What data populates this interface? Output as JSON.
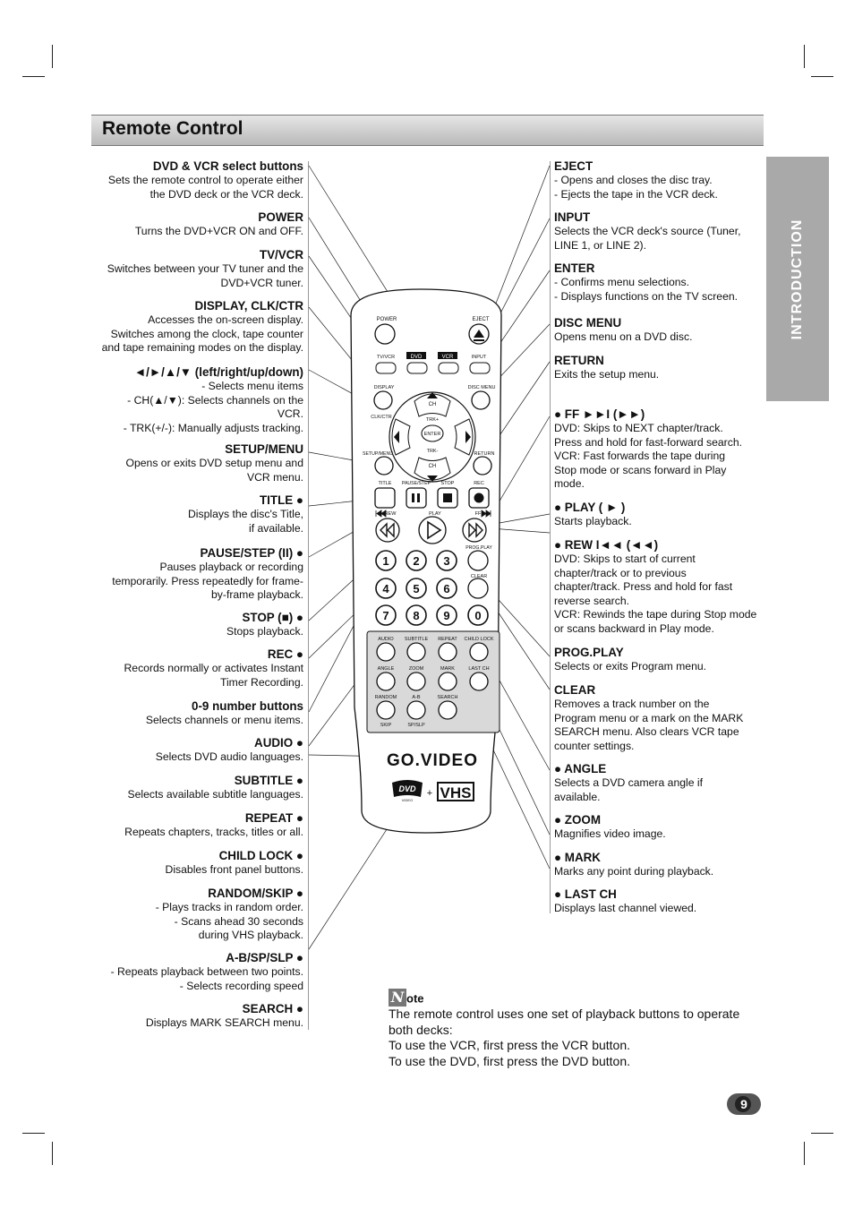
{
  "page_title": "Remote Control",
  "side_tab": "INTRODUCTION",
  "page_number": "9",
  "left_entries": [
    {
      "head": "DVD & VCR select buttons",
      "lines": [
        "Sets the remote control to operate either",
        "the DVD deck or the VCR deck."
      ]
    },
    {
      "head": "POWER",
      "lines": [
        "Turns the DVD+VCR ON and OFF."
      ]
    },
    {
      "head": "TV/VCR",
      "lines": [
        "Switches between your TV tuner and the",
        "DVD+VCR tuner."
      ]
    },
    {
      "head": "DISPLAY, CLK/CTR",
      "lines": [
        "Accesses the on-screen display.",
        "Switches among the clock, tape counter",
        "and tape remaining modes on the display."
      ]
    },
    {
      "head": "◄/►/▲/▼ (left/right/up/down)",
      "lines": [
        "- Selects menu items",
        "- CH(▲/▼): Selects channels on the",
        "VCR.",
        "- TRK(+/-): Manually adjusts tracking."
      ]
    },
    {
      "head": "SETUP/MENU",
      "lines": [
        "Opens or exits DVD setup menu and",
        "VCR menu."
      ]
    },
    {
      "head": "TITLE ●",
      "lines": [
        "Displays the disc's Title,",
        "if available."
      ]
    },
    {
      "head": "PAUSE/STEP (II) ●",
      "lines": [
        "Pauses playback or recording",
        "temporarily. Press repeatedly for frame-",
        "by-frame playback."
      ]
    },
    {
      "head": "STOP (■) ●",
      "lines": [
        "Stops playback."
      ]
    },
    {
      "head": "REC ●",
      "lines": [
        "Records normally or activates Instant",
        "Timer Recording."
      ]
    },
    {
      "head": "0-9 number buttons",
      "lines": [
        "Selects channels or menu items."
      ]
    },
    {
      "head": "AUDIO ●",
      "lines": [
        "Selects DVD audio languages."
      ]
    },
    {
      "head": "SUBTITLE ●",
      "lines": [
        "Selects available subtitle languages."
      ]
    },
    {
      "head": "REPEAT ●",
      "lines": [
        "Repeats chapters, tracks, titles or all."
      ]
    },
    {
      "head": "CHILD LOCK ●",
      "lines": [
        "Disables front panel buttons."
      ]
    },
    {
      "head": "RANDOM/SKIP ●",
      "lines": [
        "- Plays tracks in random order.",
        "- Scans ahead 30 seconds",
        "during VHS playback."
      ]
    },
    {
      "head": "A-B/SP/SLP ●",
      "lines": [
        "- Repeats playback between two points.",
        "- Selects recording speed"
      ]
    },
    {
      "head": "SEARCH ●",
      "lines": [
        "Displays MARK SEARCH menu."
      ]
    }
  ],
  "right_entries": [
    {
      "head": "EJECT",
      "lines": [
        "- Opens and closes the disc tray.",
        "- Ejects the tape in the VCR deck."
      ]
    },
    {
      "head": "INPUT",
      "lines": [
        "Selects the VCR deck's source (Tuner,",
        "LINE 1, or LINE 2)."
      ]
    },
    {
      "head": "ENTER",
      "lines": [
        "- Confirms menu selections.",
        "- Displays functions on the TV screen."
      ]
    },
    {
      "head": "DISC MENU",
      "lines": [
        "Opens menu on a DVD disc."
      ]
    },
    {
      "head": "RETURN",
      "lines": [
        "Exits the setup menu."
      ]
    },
    {
      "head": "● FF ►►I (►►)",
      "lines": [
        "DVD: Skips to NEXT chapter/track.",
        "Press and hold for fast-forward search.",
        "VCR: Fast forwards the tape during",
        "Stop mode or scans forward in Play",
        "mode."
      ]
    },
    {
      "head": "● PLAY ( ► )",
      "lines": [
        "Starts playback."
      ]
    },
    {
      "head": "● REW I◄◄ (◄◄)",
      "lines": [
        "DVD: Skips to start of current",
        "chapter/track or to previous",
        "chapter/track. Press and hold for fast",
        "reverse search.",
        "VCR: Rewinds the tape during Stop mode",
        "or scans backward in Play mode."
      ]
    },
    {
      "head": "PROG.PLAY",
      "lines": [
        "Selects or exits Program menu."
      ]
    },
    {
      "head": "CLEAR",
      "lines": [
        "Removes a track number on the",
        "Program menu or a mark on the MARK",
        "SEARCH menu. Also clears VCR tape",
        "counter settings."
      ]
    },
    {
      "head": "● ANGLE",
      "lines": [
        "Selects a DVD camera angle if",
        "available."
      ]
    },
    {
      "head": "● ZOOM",
      "lines": [
        "Magnifies video image."
      ]
    },
    {
      "head": "● MARK",
      "lines": [
        "Marks any point during playback."
      ]
    },
    {
      "head": "● LAST CH",
      "lines": [
        "Displays last channel viewed."
      ]
    }
  ],
  "remote": {
    "labels": {
      "power": "POWER",
      "eject": "EJECT",
      "tvvcr": "TV/VCR",
      "dvd": "DVD",
      "vcr": "VCR",
      "input": "INPUT",
      "display": "DISPLAY",
      "discmenu": "DISC MENU",
      "ch_top": "CH",
      "trk_plus": "TRK+",
      "enter": "ENTER",
      "trk_minus": "TRK-",
      "ch_bottom": "CH",
      "clkctr": "CLK/CTR",
      "setupmenu": "SETUP/MENU",
      "return": "RETURN",
      "title": "TITLE",
      "pausestep": "PAUSE/STEP",
      "stop": "STOP",
      "rec": "REC",
      "rew": "REW",
      "play": "PLAY",
      "ff": "FF",
      "progplay": "PROG.PLAY",
      "clear": "CLEAR",
      "audio": "AUDIO",
      "subtitle": "SUBTITLE",
      "repeat": "REPEAT",
      "childlock": "CHILD LOCK",
      "angle": "ANGLE",
      "zoom": "ZOOM",
      "mark": "MARK",
      "lastch": "LAST CH",
      "random": "RANDOM",
      "ab": "A-B",
      "search": "SEARCH",
      "skip": "SKIP",
      "spslp": "SP/SLP",
      "brand": "GO.VIDEO",
      "dvd_logo": "DVD",
      "dvd_logo_sub": "VIDEO",
      "plus": "+",
      "vhs_logo": "VHS"
    },
    "numbers": [
      "1",
      "2",
      "3",
      "4",
      "5",
      "6",
      "7",
      "8",
      "9",
      "0"
    ]
  },
  "note": {
    "icon": "N",
    "head": "ote",
    "lines": [
      "The remote control uses one set of playback buttons to operate",
      "both decks:",
      "To use the VCR, first press the VCR button.",
      "To use the DVD, first press the DVD button."
    ]
  }
}
